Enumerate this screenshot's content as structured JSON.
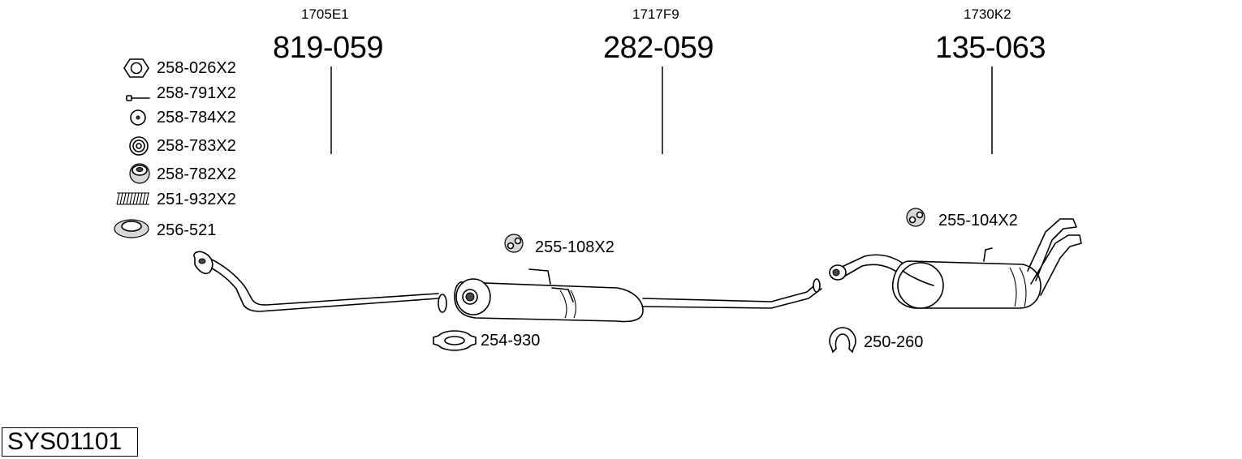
{
  "system_code": "SYS01101",
  "sections": [
    {
      "ref": "1705E1",
      "part": "819-059"
    },
    {
      "ref": "1717F9",
      "part": "282-059"
    },
    {
      "ref": "1730K2",
      "part": "135-063"
    }
  ],
  "hardware_list": [
    {
      "label": "258-026X2",
      "icon": "hex-nut-icon"
    },
    {
      "label": "258-791X2",
      "icon": "bolt-icon"
    },
    {
      "label": "258-784X2",
      "icon": "washer-icon"
    },
    {
      "label": "258-783X2",
      "icon": "grommet-icon"
    },
    {
      "label": "258-782X2",
      "icon": "rubber-bushing-icon"
    },
    {
      "label": "251-932X2",
      "icon": "spring-icon"
    },
    {
      "label": "256-521",
      "icon": "gasket-ring-icon"
    }
  ],
  "callouts": {
    "hanger_front": "255-108X2",
    "hanger_rear": "255-104X2",
    "clamp_front": "254-930",
    "clamp_rear": "250-260"
  }
}
